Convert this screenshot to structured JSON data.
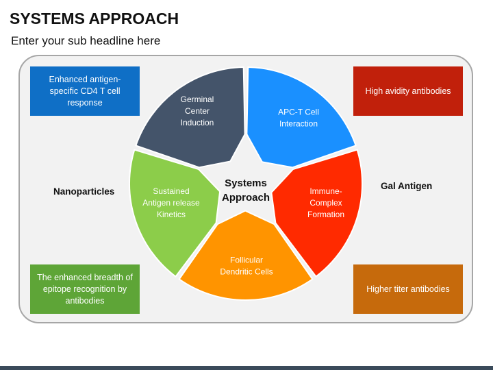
{
  "header": {
    "title": "SYSTEMS APPROACH",
    "subtitle": "Enter your sub headline here"
  },
  "center": {
    "line1": "Systems",
    "line2": "Approach"
  },
  "segments": [
    {
      "lines": [
        "Germinal",
        "Center",
        "Induction"
      ],
      "color": "#44546a"
    },
    {
      "lines": [
        "APC-T Cell",
        "Interaction"
      ],
      "color": "#1a90ff"
    },
    {
      "lines": [
        "Immune-",
        "Complex",
        "Formation"
      ],
      "color": "#ff2a00"
    },
    {
      "lines": [
        "Follicular",
        "Dendritic Cells"
      ],
      "color": "#ff9400"
    },
    {
      "lines": [
        "Sustained",
        "Antigen release",
        "Kinetics"
      ],
      "color": "#8ccd4a"
    }
  ],
  "side_labels": {
    "left": "Nanoparticles",
    "right": "Gal Antigen"
  },
  "boxes": {
    "top_left": {
      "text": "Enhanced antigen-specific CD4 T cell response",
      "color": "#0f6fc6"
    },
    "top_right": {
      "text": "High avidity antibodies",
      "color": "#c1200b"
    },
    "bottom_left": {
      "text": "The enhanced breadth of epitope recognition by antibodies",
      "color": "#5ea537"
    },
    "bottom_right": {
      "text": "Higher titer antibodies",
      "color": "#c66a0c"
    }
  }
}
